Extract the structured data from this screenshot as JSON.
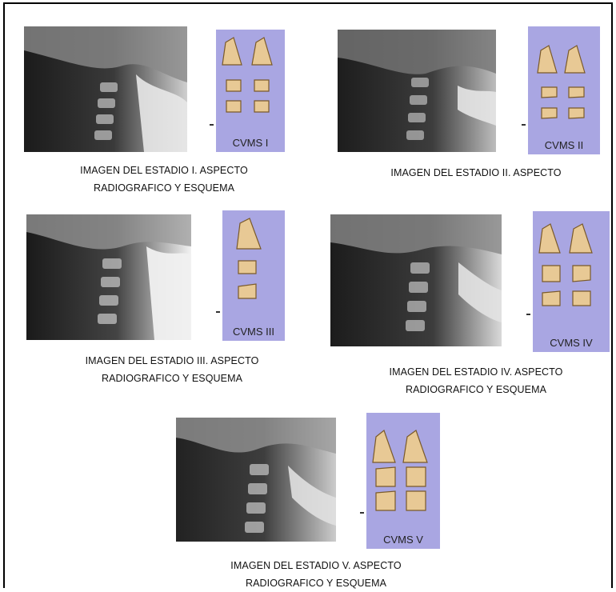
{
  "stages": [
    {
      "schema_label": "CVMS I",
      "caption_lines": [
        "IMAGEN DEL ESTADIO I. ASPECTO",
        "RADIOGRAFICO Y ESQUEMA"
      ]
    },
    {
      "schema_label": "CVMS II",
      "caption_lines": [
        "IMAGEN DEL ESTADIO II. ASPECTO"
      ]
    },
    {
      "schema_label": "CVMS III",
      "caption_lines": [
        "IMAGEN DEL ESTADIO III. ASPECTO",
        "RADIOGRAFICO Y ESQUEMA"
      ]
    },
    {
      "schema_label": "CVMS IV",
      "caption_lines": [
        "IMAGEN DEL ESTADIO IV. ASPECTO",
        "RADIOGRAFICO Y ESQUEMA"
      ]
    },
    {
      "schema_label": "CVMS V",
      "caption_lines": [
        "IMAGEN DEL ESTADIO V. ASPECTO",
        "RADIOGRAFICO Y ESQUEMA"
      ]
    }
  ],
  "colors": {
    "schema_background": "#a9a6e2",
    "bone_fill": "#e8c995",
    "bone_stroke": "#7a5a2a"
  }
}
